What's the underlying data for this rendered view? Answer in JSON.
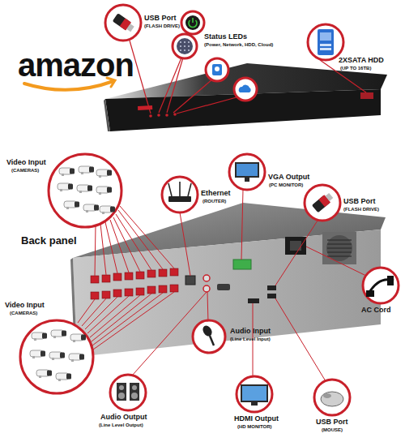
{
  "diagram": {
    "labels": [
      "amazon",
      "USB Port",
      "(FLASH DRIVE)",
      "Status LEDs",
      "(Power, Network, HDD, Cloud)",
      "2XSATA HDD",
      "(UP TO 16TB)",
      "Video Input",
      "(CAMERAS)",
      "Ethernet",
      "(ROUTER)",
      "VGA Output",
      "(PC MONITOR)",
      "USB Port",
      "(FLASH DRIVE)",
      "Back panel",
      "AC Cord",
      "Video Input",
      "(CAMERAS)",
      "Audio Output",
      "(Line Level Output)",
      "Audio Input",
      "(Line Level Input)",
      "HDMI Output",
      "(HD MONITOR)",
      "USB Port",
      "(MOUSE)"
    ]
  }
}
